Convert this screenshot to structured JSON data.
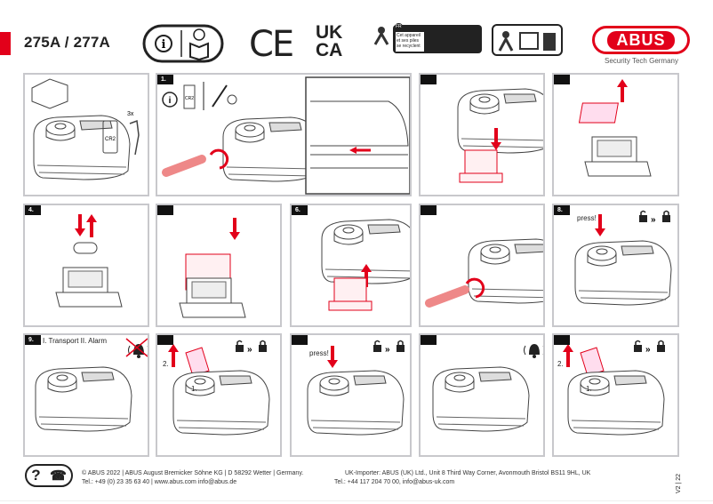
{
  "header": {
    "model": "275A / 277A",
    "ce_mark": "CE",
    "ukca_mark": [
      "UK",
      "CA"
    ],
    "recycling_text": "Cet appareil et ses piles se recyclent",
    "recycling_fr": "FR",
    "brand": "ABUS",
    "tagline": "Security Tech Germany",
    "icons": [
      "info-icon",
      "read-manual-icon",
      "recycling-info-icon",
      "triman-icon"
    ]
  },
  "panels": [
    {
      "step": "",
      "labels": [
        "CR2",
        "3x"
      ]
    },
    {
      "step": "1.",
      "labels": [
        "CR2"
      ]
    },
    {
      "step": "",
      "labels": []
    },
    {
      "step": "",
      "labels": []
    },
    {
      "step": "4.",
      "labels": []
    },
    {
      "step": "",
      "labels": []
    },
    {
      "step": "6.",
      "labels": []
    },
    {
      "step": "",
      "labels": []
    },
    {
      "step": "8.",
      "labels": [
        "press!"
      ]
    },
    {
      "step": "9.",
      "labels": [
        "I. Transport II. Alarm"
      ]
    },
    {
      "step": "",
      "labels": [
        "2.",
        "1."
      ]
    },
    {
      "step": "",
      "labels": [
        "press!"
      ]
    },
    {
      "step": "",
      "labels": []
    },
    {
      "step": "",
      "labels": [
        "2.",
        "1."
      ]
    }
  ],
  "colors": {
    "accent": "#e2001a",
    "border": "#c8c8cc"
  },
  "footer": {
    "copyright": "© ABUS 2022 | ABUS August Bremicker Söhne KG | D 58292 Wetter | Germany.",
    "contact": "Tel.: +49 (0) 23 35 63 40 | www.abus.com   info@abus.de",
    "uk_importer": "UK-Importer:  ABUS (UK) Ltd., Unit 8 Third Way Corner, Avonmouth Bristol BS11 9HL, UK",
    "uk_contact": "Tel.: +44 117 204 70 00, info@abus-uk.com",
    "version": "V2 | 22",
    "help_icon": "?"
  }
}
